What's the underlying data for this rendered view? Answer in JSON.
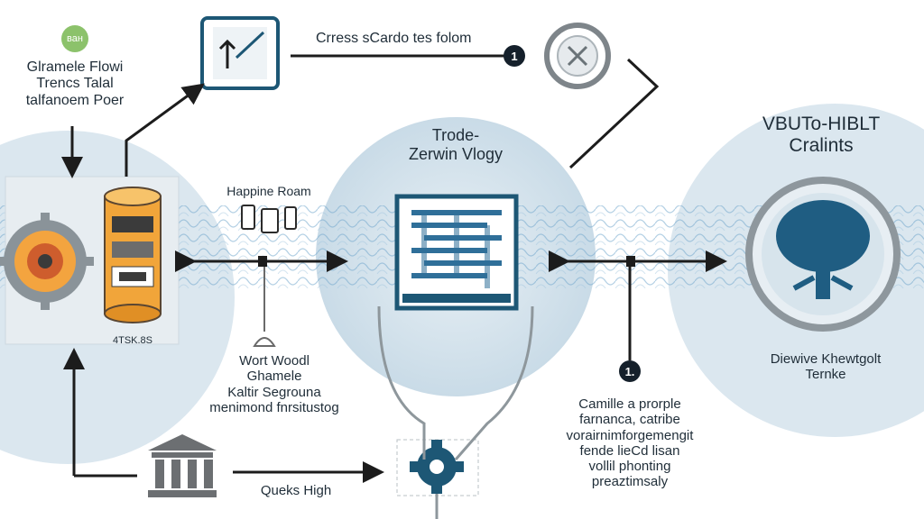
{
  "colors": {
    "circle_fill": "#dbe7ef",
    "accent_blue": "#2f6f99",
    "navy": "#1d5775",
    "arrow": "#1c1c1c",
    "cylinder_orange": "#f1a53a",
    "badge_green": "#8cc26b"
  },
  "top_left": {
    "tag": "ван",
    "lines": [
      "Glramele Flowi",
      "Trencs Talal",
      "talfanoem Poer"
    ]
  },
  "top_center": {
    "caption": "Crress sCardo tes folom",
    "badge": "1"
  },
  "left_panel": {
    "cylinder_caption": "4TSK.8S"
  },
  "mid_left": {
    "phone_caption": "Happine Roam",
    "lines": [
      "Wort Woodl",
      "Ghamele",
      "Kaltir Segrouna",
      "menimond fnrsitustog"
    ]
  },
  "center": {
    "title_line1": "Trode-",
    "title_line2": "Zerwin Vlogy"
  },
  "bottom": {
    "caption": "Queks High"
  },
  "right": {
    "title_line1": "VBUTo-HIBLT",
    "title_line2": "Cralints",
    "caption_line1": "Diewive Khewtgolt",
    "caption_line2": "Ternke",
    "badge": "1."
  },
  "bottom_right": {
    "lines": [
      "Camille a prorple",
      "farnanca, catribe",
      "vorairnimforgemengit",
      "fende lieCd lisan",
      "vollil phonting",
      "preaztimsaly"
    ]
  }
}
